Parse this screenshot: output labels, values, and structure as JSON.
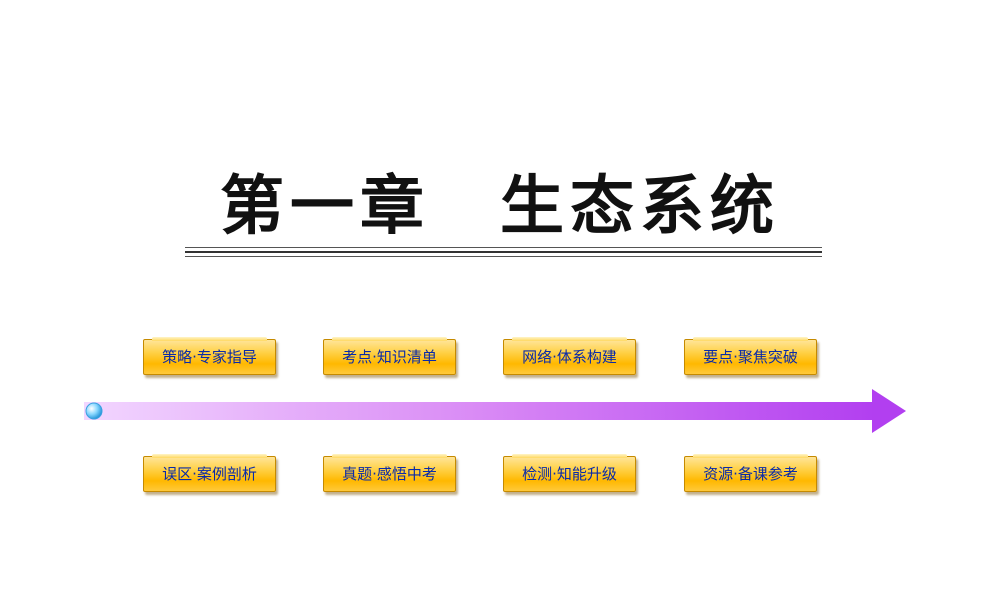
{
  "title": {
    "part1": "第一章",
    "part2": "生态系统"
  },
  "colors": {
    "arrow_start": "#f0c8ff",
    "arrow_end": "#b040f0",
    "button_text": "#0a2aa8",
    "button_fill": "#ffc21a",
    "title_text": "#111111"
  },
  "buttons": {
    "top": [
      {
        "label": "策略·专家指导"
      },
      {
        "label": "考点·知识清单"
      },
      {
        "label": "网络·体系构建"
      },
      {
        "label": "要点·聚焦突破"
      }
    ],
    "bottom": [
      {
        "label": "误区·案例剖析"
      },
      {
        "label": "真题·感悟中考"
      },
      {
        "label": "检测·知能升级"
      },
      {
        "label": "资源·备课参考"
      }
    ]
  }
}
